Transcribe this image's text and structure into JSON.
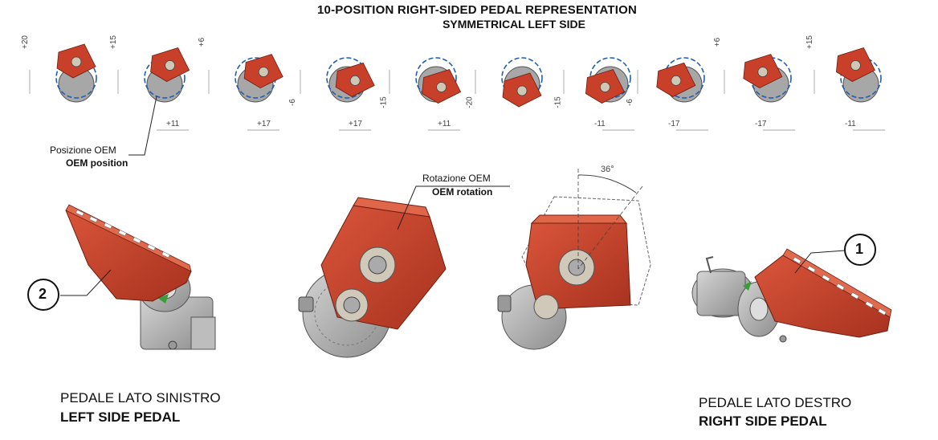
{
  "title": {
    "line1": "10-POSITION RIGHT-SIDED PEDAL REPRESENTATION",
    "line2": "SYMMETRICAL LEFT SIDE"
  },
  "positions": [
    {
      "v": "+20",
      "h": ""
    },
    {
      "v": "+15",
      "h": "+11"
    },
    {
      "v": "+6",
      "h": "+17"
    },
    {
      "v": "-6",
      "h": "+17"
    },
    {
      "v": "-15",
      "h": "+11"
    },
    {
      "v": "-20",
      "h": ""
    },
    {
      "v": "-15",
      "h": "-11"
    },
    {
      "v": "-6",
      "h": "-17"
    },
    {
      "v": "+6",
      "h": "-17"
    },
    {
      "v": "+15",
      "h": "-11"
    }
  ],
  "oem_position": {
    "it": "Posizione OEM",
    "en": "OEM position"
  },
  "oem_rotation": {
    "it": "Rotazione OEM",
    "en": "OEM rotation"
  },
  "angle_label": "36°",
  "left_pedal": {
    "callout": "2",
    "it": "PEDALE LATO SINISTRO",
    "en": "LEFT SIDE PEDAL"
  },
  "right_pedal": {
    "callout": "1",
    "it": "PEDALE LATO DESTRO",
    "en": "RIGHT SIDE PEDAL"
  },
  "colors": {
    "pedal": "#c8402a",
    "pedal_dark": "#9a2d1c",
    "metal": "#b5b5b5",
    "circle": "#1f5fb0"
  }
}
